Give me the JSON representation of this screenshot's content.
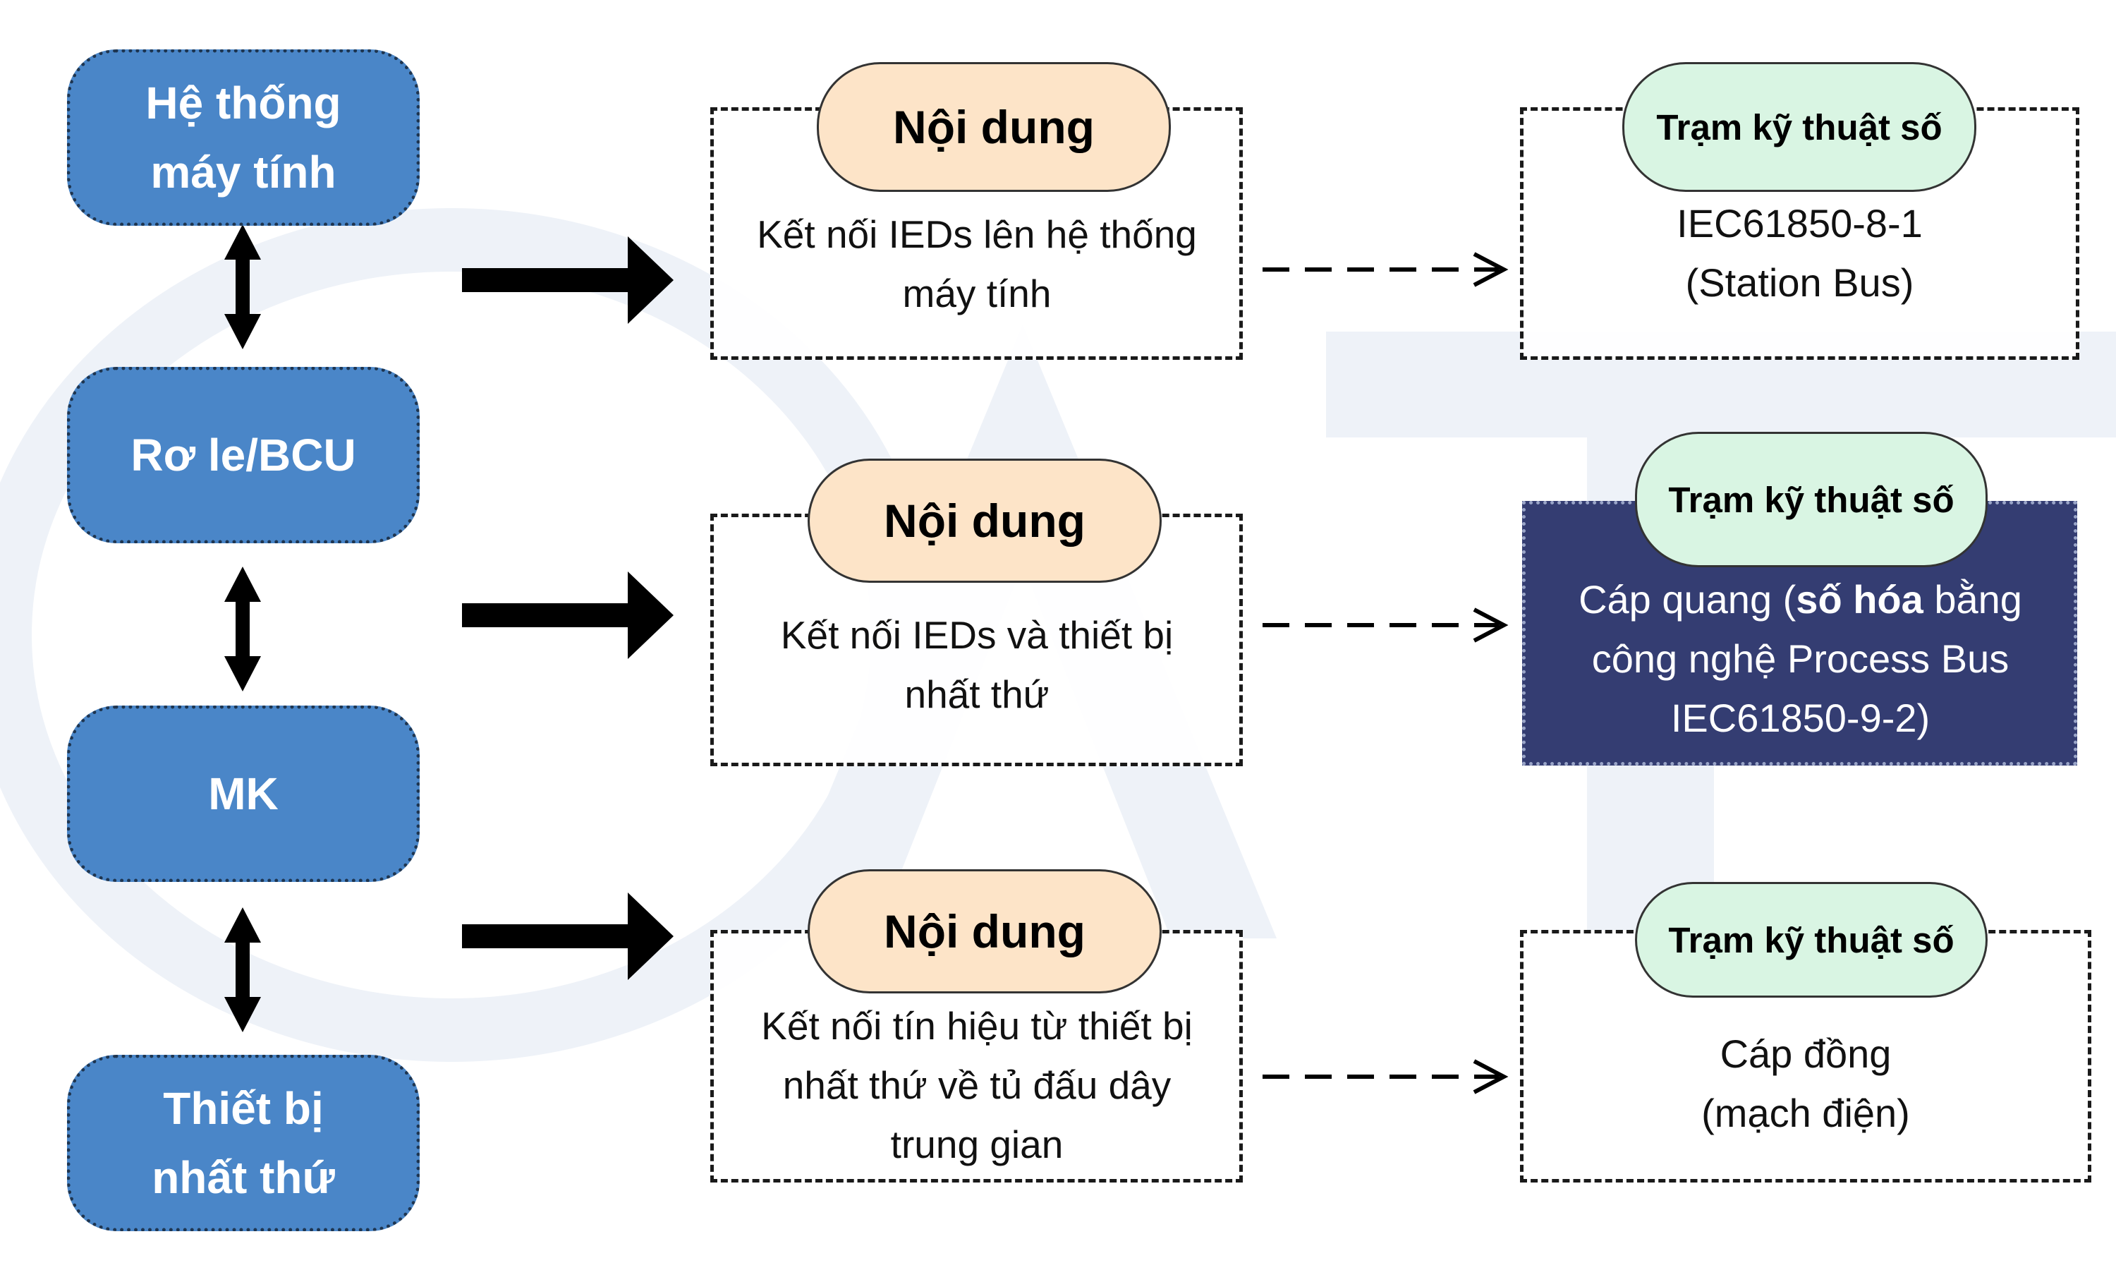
{
  "layers": [
    {
      "lines": [
        "Hệ thống",
        "máy tính"
      ]
    },
    {
      "lines": [
        "Rơ le/BCU"
      ]
    },
    {
      "lines": [
        "MK"
      ]
    },
    {
      "lines": [
        "Thiết bị",
        "nhất thứ"
      ]
    }
  ],
  "rows": [
    {
      "content_title": "Nội dung",
      "content_lines": [
        "Kết nối IEDs lên hệ thống",
        "máy tính"
      ],
      "tech_title": "Trạm kỹ thuật số",
      "tech_lines": [
        "IEC61850-8-1",
        "(Station Bus)"
      ]
    },
    {
      "content_title": "Nội dung",
      "content_lines": [
        "Kết nối IEDs và thiết bị",
        "nhất thứ"
      ],
      "tech_title": "Trạm kỹ thuật số",
      "tech_line1_prefix": "Cáp quang (",
      "tech_line1_bold": "số hóa",
      "tech_line1_suffix": " bằng",
      "tech_line2": "công nghệ Process Bus",
      "tech_line3": "IEC61850-9-2)"
    },
    {
      "content_title": "Nội dung",
      "content_lines": [
        "Kết nối tín hiệu từ thiết bị",
        "nhất thứ về tủ đấu dây",
        "trung gian"
      ],
      "tech_title": "Trạm kỹ thuật số",
      "tech_lines": [
        "Cáp đồng",
        "(mạch điện)"
      ]
    }
  ],
  "colors": {
    "stack_fill": "#4a86c8",
    "content_pill": "#fde4c8",
    "tech_pill": "#d9f5e3",
    "highlight_box": "#343d72"
  }
}
